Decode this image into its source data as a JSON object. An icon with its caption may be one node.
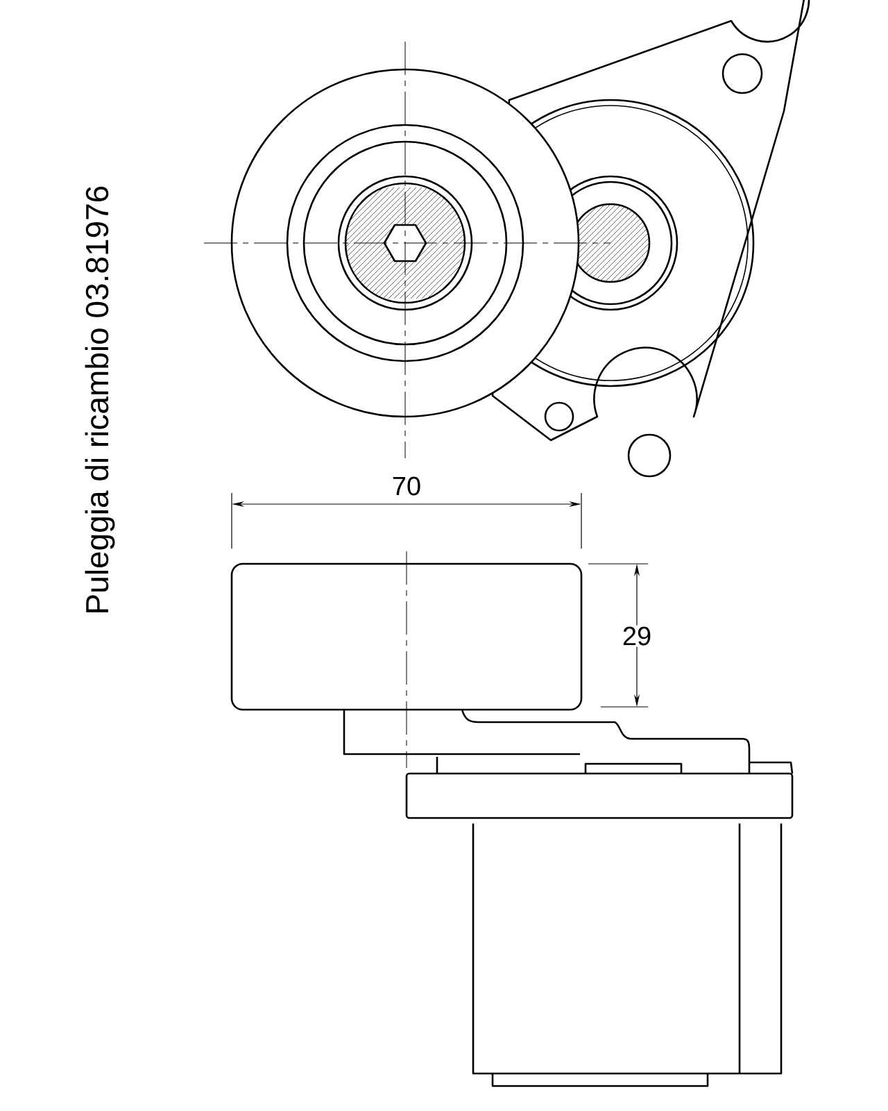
{
  "diagram": {
    "labels": [
      "Puleggia di ricambio 03.81976",
      "70",
      "29"
    ]
  }
}
